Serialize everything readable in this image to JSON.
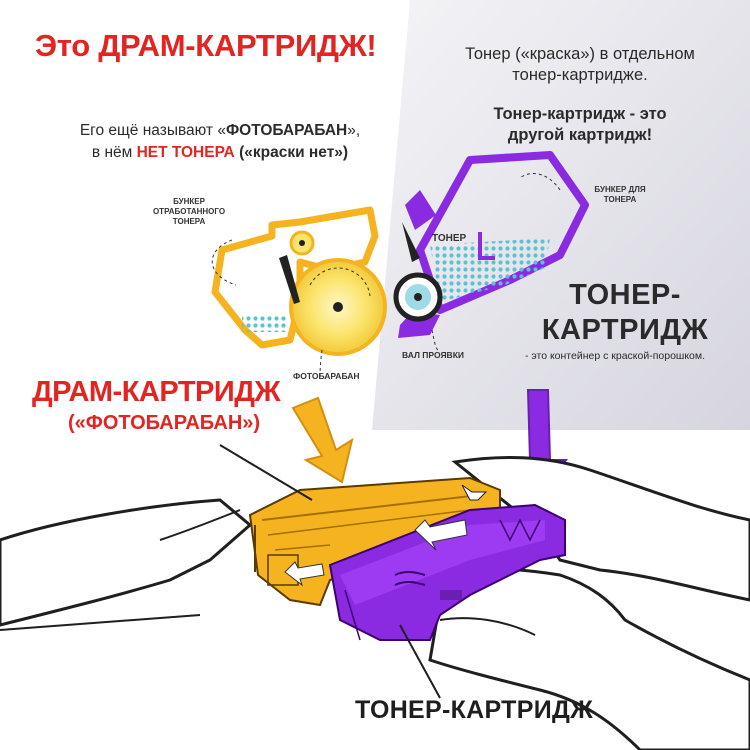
{
  "title": {
    "prefix": "Это ",
    "emphasis": "ДРАМ-КАРТРИДЖ!"
  },
  "subtitle": {
    "line1_prefix": "Его ещё называют «",
    "line1_bold": "ФОТОБАРАБАН",
    "line1_suffix": "»,",
    "line2_prefix": "в нём ",
    "line2_red": "НЕТ ТОНЕРА",
    "line2_bold": " («краски нет»)"
  },
  "right_block": {
    "line1": "Тонер («краска») в отдельном",
    "line2": "тонер-картридже.",
    "emph1": "Тонер-картридж - это",
    "emph2": "другой картридж!"
  },
  "labels": {
    "waste_bunker": "БУНКЕР ОТРАБОТАННОГО ТОНЕРА",
    "toner_bunker": "БУНКЕР ДЛЯ ТОНЕРА",
    "toner": "ТОНЕР",
    "developer_roller": "ВАЛ ПРОЯВКИ",
    "photodrum": "ФОТОБАРАБАН"
  },
  "toner_cartridge": {
    "title_line1": "ТОНЕР-",
    "title_line2": "КАРТРИДЖ",
    "description": "- это контейнер с краской-порошком."
  },
  "drum_cartridge": {
    "title": "ДРАМ-КАРТРИДЖ",
    "subtitle": "(«ФОТОБАРАБАН»)"
  },
  "bottom_label": "ТОНЕР-КАРТРИДЖ",
  "colors": {
    "red": "#e32421",
    "yellow": "#f5b41f",
    "purple": "#8a2be2",
    "toner_dots": "#59c3d3",
    "background_gray": "#dcdce4"
  }
}
